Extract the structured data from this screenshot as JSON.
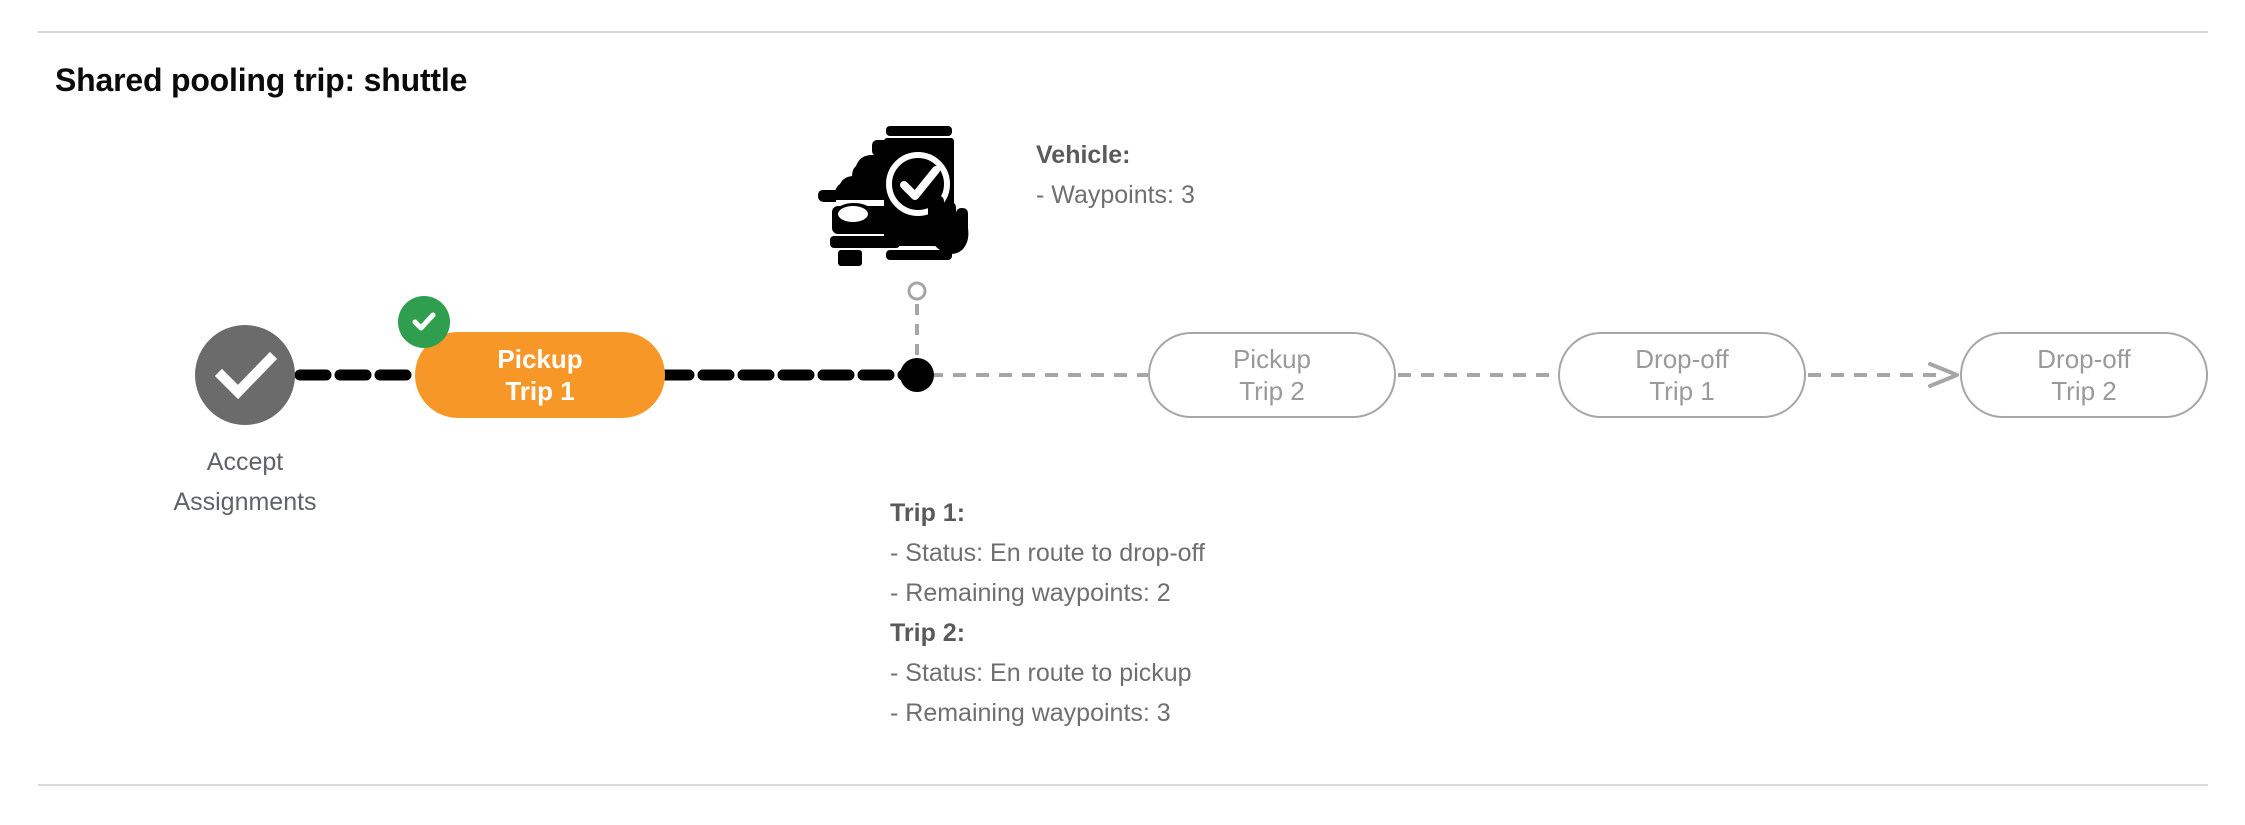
{
  "header": {
    "title": "Shared pooling trip: shuttle"
  },
  "colors": {
    "active_node": "#f79727",
    "completed_badge": "#2f9e4f",
    "accept_node": "#6b6b6b",
    "pending_node_border": "#a6a6a6",
    "pending_node_text": "#9a9a9a",
    "divider": "#d9d9d9",
    "info_text": "#6f6f6f",
    "title_text": "#0b0b0b",
    "completed_path": "#000000",
    "upcoming_path": "#a6a6a6"
  },
  "flow": {
    "start_node": {
      "name": "accept-assignments",
      "icon": "check-circle-icon",
      "label_line_1": "Accept",
      "label_line_2": "Assignments",
      "state": "completed"
    },
    "nodes": [
      {
        "id": "pickup-trip-1",
        "line_1": "Pickup",
        "line_2": "Trip 1",
        "state": "active",
        "badge": "check-badge-icon"
      },
      {
        "id": "pickup-trip-2",
        "line_1": "Pickup",
        "line_2": "Trip 2",
        "state": "pending",
        "badge": null
      },
      {
        "id": "dropoff-trip-1",
        "line_1": "Drop-off",
        "line_2": "Trip 1",
        "state": "pending",
        "badge": null
      },
      {
        "id": "dropoff-trip-2",
        "line_1": "Drop-off",
        "line_2": "Trip 2",
        "state": "pending",
        "badge": null
      }
    ],
    "vehicle_marker": {
      "name": "vehicle-position-marker",
      "icon": "vehicle-app-checkmark-icon"
    }
  },
  "vehicle_info": {
    "heading": "Vehicle",
    "heading_suffix": ":",
    "lines": [
      "- Waypoints: 3"
    ]
  },
  "trip_info": {
    "trip_1": {
      "heading": "Trip 1",
      "heading_suffix": ":",
      "status_line": "- Status:  En route to drop-off",
      "waypoints_line": "- Remaining waypoints: 2"
    },
    "trip_2": {
      "heading": "Trip 2",
      "heading_suffix": ":",
      "status_line": "- Status:  En route to pickup",
      "waypoints_line": "- Remaining waypoints: 3"
    }
  }
}
